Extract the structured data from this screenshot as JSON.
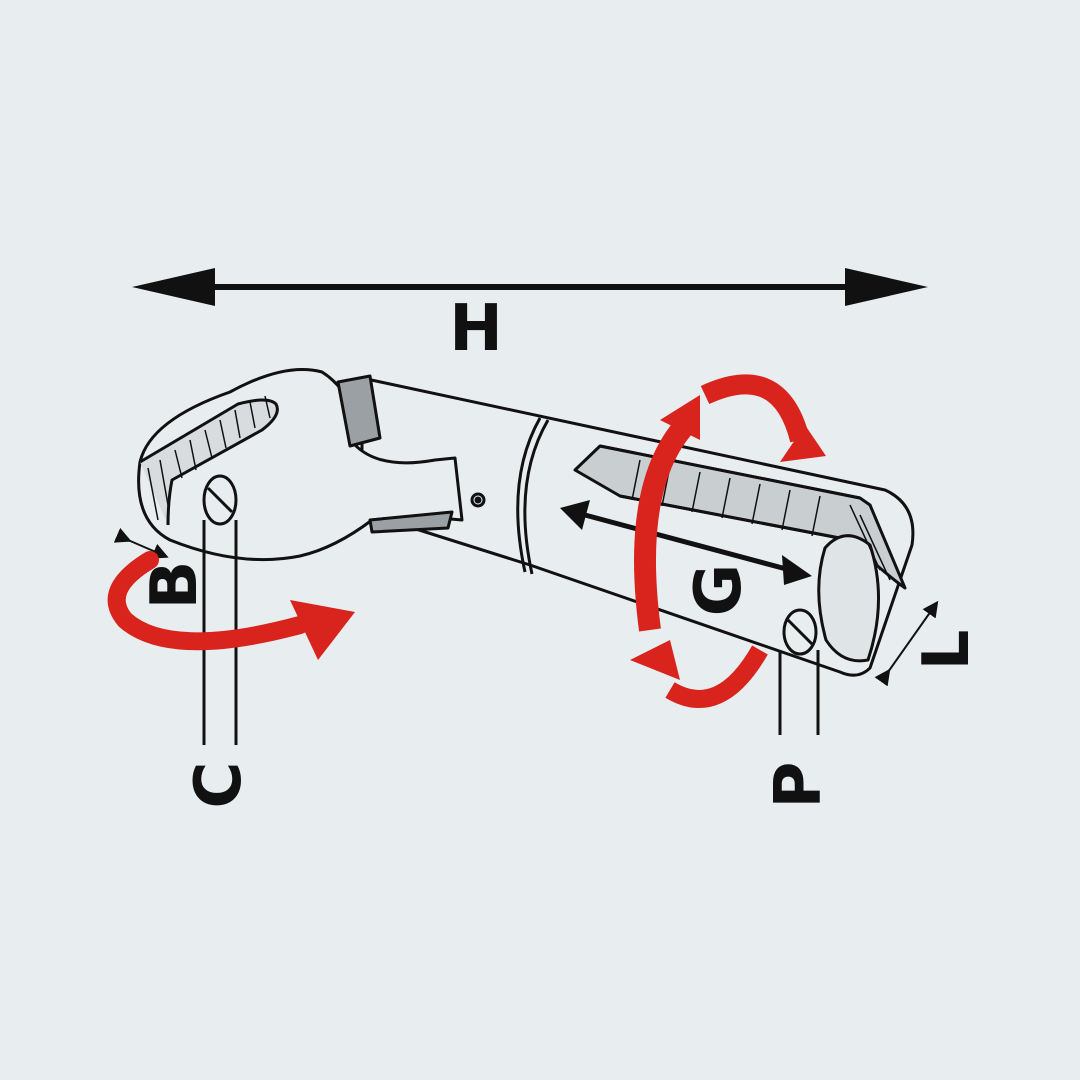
{
  "diagram": {
    "labels": {
      "h": "H",
      "b": "B",
      "c": "C",
      "g": "G",
      "l": "L",
      "p": "P"
    },
    "colors": {
      "background": "#e8eef0",
      "line": "#111111",
      "rotation_arrows": "#d9231d",
      "body_fill": "#e8eef0"
    }
  }
}
